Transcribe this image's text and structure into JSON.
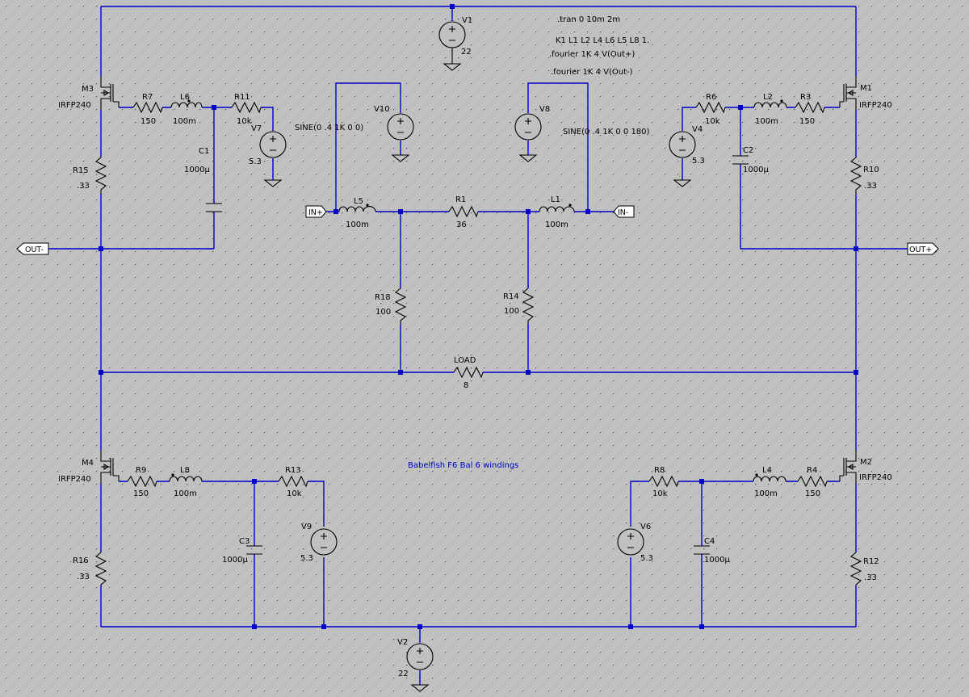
{
  "title": "Babelfish F6 Bal 6 windings",
  "directives": [
    ".tran 0 10m 2m",
    "K1 L1 L2 L4 L6 L5 L8 1.",
    ".fourier 1K 4 V(Out+)",
    ".fourier 1K 4 V(Out-)"
  ],
  "ports": [
    {
      "id": "in_plus",
      "label": "IN+"
    },
    {
      "id": "in_minus",
      "label": "IN-"
    },
    {
      "id": "out_minus",
      "label": "OUT-"
    },
    {
      "id": "out_plus",
      "label": "OUT+"
    }
  ],
  "components": [
    {
      "id": "V1",
      "type": "vsource",
      "ref": "V1",
      "value": "22"
    },
    {
      "id": "V2",
      "type": "vsource",
      "ref": "V2",
      "value": "22"
    },
    {
      "id": "V4",
      "type": "vsource",
      "ref": "V4",
      "value": "5.3"
    },
    {
      "id": "V6",
      "type": "vsource",
      "ref": "V6",
      "value": "5.3"
    },
    {
      "id": "V7",
      "type": "vsource",
      "ref": "V7",
      "value": "5.3"
    },
    {
      "id": "V9",
      "type": "vsource",
      "ref": "V9",
      "value": "5.3"
    },
    {
      "id": "V8",
      "type": "vsource",
      "ref": "V8",
      "value": "SINE(0 .4 1K 0 0 180)"
    },
    {
      "id": "V10",
      "type": "vsource",
      "ref": "V10",
      "value": "SINE(0 .4 1K 0 0)"
    },
    {
      "id": "M1",
      "type": "nmos",
      "ref": "M1",
      "value": "IRFP240"
    },
    {
      "id": "M2",
      "type": "nmos",
      "ref": "M2",
      "value": "IRFP240"
    },
    {
      "id": "M3",
      "type": "nmos",
      "ref": "M3",
      "value": "IRFP240"
    },
    {
      "id": "M4",
      "type": "nmos",
      "ref": "M4",
      "value": "IRFP240"
    },
    {
      "id": "R1",
      "type": "resistor",
      "ref": "R1",
      "value": "36"
    },
    {
      "id": "R3",
      "type": "resistor",
      "ref": "R3",
      "value": "150"
    },
    {
      "id": "R4",
      "type": "resistor",
      "ref": "R4",
      "value": "150"
    },
    {
      "id": "R6",
      "type": "resistor",
      "ref": "R6",
      "value": "10k"
    },
    {
      "id": "R7",
      "type": "resistor",
      "ref": "R7",
      "value": "150"
    },
    {
      "id": "R8",
      "type": "resistor",
      "ref": "R8",
      "value": "10k"
    },
    {
      "id": "R9",
      "type": "resistor",
      "ref": "R9",
      "value": "150"
    },
    {
      "id": "R10",
      "type": "resistor",
      "ref": "R10",
      "value": ".33"
    },
    {
      "id": "R11",
      "type": "resistor",
      "ref": "R11",
      "value": "10k"
    },
    {
      "id": "R12",
      "type": "resistor",
      "ref": "R12",
      "value": ".33"
    },
    {
      "id": "R13",
      "type": "resistor",
      "ref": "R13",
      "value": "10k"
    },
    {
      "id": "R14",
      "type": "resistor",
      "ref": "R14",
      "value": "100"
    },
    {
      "id": "R15",
      "type": "resistor",
      "ref": "R15",
      "value": ".33"
    },
    {
      "id": "R16",
      "type": "resistor",
      "ref": "R16",
      "value": ".33"
    },
    {
      "id": "R18",
      "type": "resistor",
      "ref": "R18",
      "value": "100"
    },
    {
      "id": "LOAD",
      "type": "resistor",
      "ref": "LOAD",
      "value": "8"
    },
    {
      "id": "L1",
      "type": "inductor",
      "ref": "L1",
      "value": "100m"
    },
    {
      "id": "L2",
      "type": "inductor",
      "ref": "L2",
      "value": "100m"
    },
    {
      "id": "L4",
      "type": "inductor",
      "ref": "L4",
      "value": "100m"
    },
    {
      "id": "L5",
      "type": "inductor",
      "ref": "L5",
      "value": "100m"
    },
    {
      "id": "L6",
      "type": "inductor",
      "ref": "L6",
      "value": "100m"
    },
    {
      "id": "L8",
      "type": "inductor",
      "ref": "L8",
      "value": "100m"
    },
    {
      "id": "C1",
      "type": "capacitor",
      "ref": "C1",
      "value": "1000µ"
    },
    {
      "id": "C2",
      "type": "capacitor",
      "ref": "C2",
      "value": "1000µ"
    },
    {
      "id": "C3",
      "type": "capacitor",
      "ref": "C3",
      "value": "1000µ"
    },
    {
      "id": "C4",
      "type": "capacitor",
      "ref": "C4",
      "value": "1000µ"
    }
  ]
}
